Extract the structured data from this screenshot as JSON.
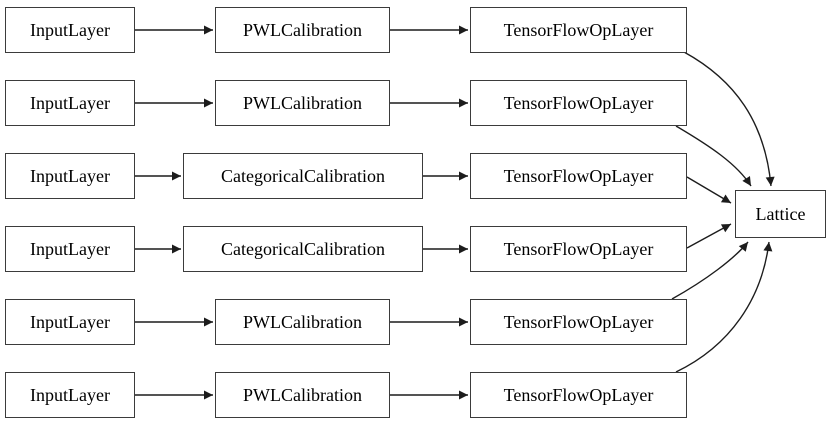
{
  "diagram": {
    "type": "graph",
    "description": "Keras lattice model graph: six inputs pass through calibration layers and TensorFlow op layers into a single Lattice node",
    "colors": {
      "background": "#ffffff",
      "node_fill": "#ffffff",
      "node_border": "#3b3b3b",
      "edge": "#1c1c1c",
      "text": "#000000"
    },
    "rows": [
      {
        "input": "InputLayer",
        "calibration": "PWLCalibration",
        "op": "TensorFlowOpLayer"
      },
      {
        "input": "InputLayer",
        "calibration": "PWLCalibration",
        "op": "TensorFlowOpLayer"
      },
      {
        "input": "InputLayer",
        "calibration": "CategoricalCalibration",
        "op": "TensorFlowOpLayer"
      },
      {
        "input": "InputLayer",
        "calibration": "CategoricalCalibration",
        "op": "TensorFlowOpLayer"
      },
      {
        "input": "InputLayer",
        "calibration": "PWLCalibration",
        "op": "TensorFlowOpLayer"
      },
      {
        "input": "InputLayer",
        "calibration": "PWLCalibration",
        "op": "TensorFlowOpLayer"
      }
    ],
    "output_node": "Lattice",
    "connections": [
      {
        "from": "InputLayer[0]",
        "to": "PWLCalibration[0]"
      },
      {
        "from": "PWLCalibration[0]",
        "to": "TensorFlowOpLayer[0]"
      },
      {
        "from": "TensorFlowOpLayer[0]",
        "to": "Lattice"
      },
      {
        "from": "InputLayer[1]",
        "to": "PWLCalibration[1]"
      },
      {
        "from": "PWLCalibration[1]",
        "to": "TensorFlowOpLayer[1]"
      },
      {
        "from": "TensorFlowOpLayer[1]",
        "to": "Lattice"
      },
      {
        "from": "InputLayer[2]",
        "to": "CategoricalCalibration[2]"
      },
      {
        "from": "CategoricalCalibration[2]",
        "to": "TensorFlowOpLayer[2]"
      },
      {
        "from": "TensorFlowOpLayer[2]",
        "to": "Lattice"
      },
      {
        "from": "InputLayer[3]",
        "to": "CategoricalCalibration[3]"
      },
      {
        "from": "CategoricalCalibration[3]",
        "to": "TensorFlowOpLayer[3]"
      },
      {
        "from": "TensorFlowOpLayer[3]",
        "to": "Lattice"
      },
      {
        "from": "InputLayer[4]",
        "to": "PWLCalibration[4]"
      },
      {
        "from": "PWLCalibration[4]",
        "to": "TensorFlowOpLayer[4]"
      },
      {
        "from": "TensorFlowOpLayer[4]",
        "to": "Lattice"
      },
      {
        "from": "InputLayer[5]",
        "to": "PWLCalibration[5]"
      },
      {
        "from": "PWLCalibration[5]",
        "to": "TensorFlowOpLayer[5]"
      },
      {
        "from": "TensorFlowOpLayer[5]",
        "to": "Lattice"
      }
    ]
  }
}
